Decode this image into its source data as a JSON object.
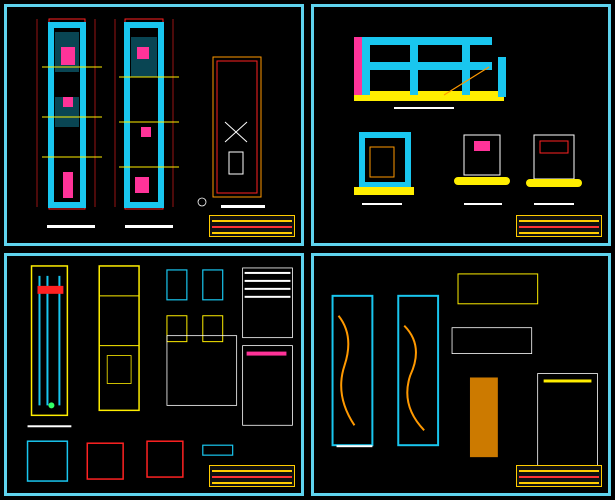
{
  "title": "",
  "panels": [
    {
      "id": "floor-plans"
    },
    {
      "id": "elevations-sections"
    },
    {
      "id": "plumbing-details"
    },
    {
      "id": "electrical-plan"
    }
  ],
  "colors": {
    "frame": "#5fd3ee",
    "background": "#000000",
    "wall": "#19c6ef",
    "accent": "#ff3399",
    "yellow": "#ffee00",
    "red": "#ff2222",
    "orange": "#ff9900",
    "white": "#ffffff",
    "green": "#33ff66"
  }
}
